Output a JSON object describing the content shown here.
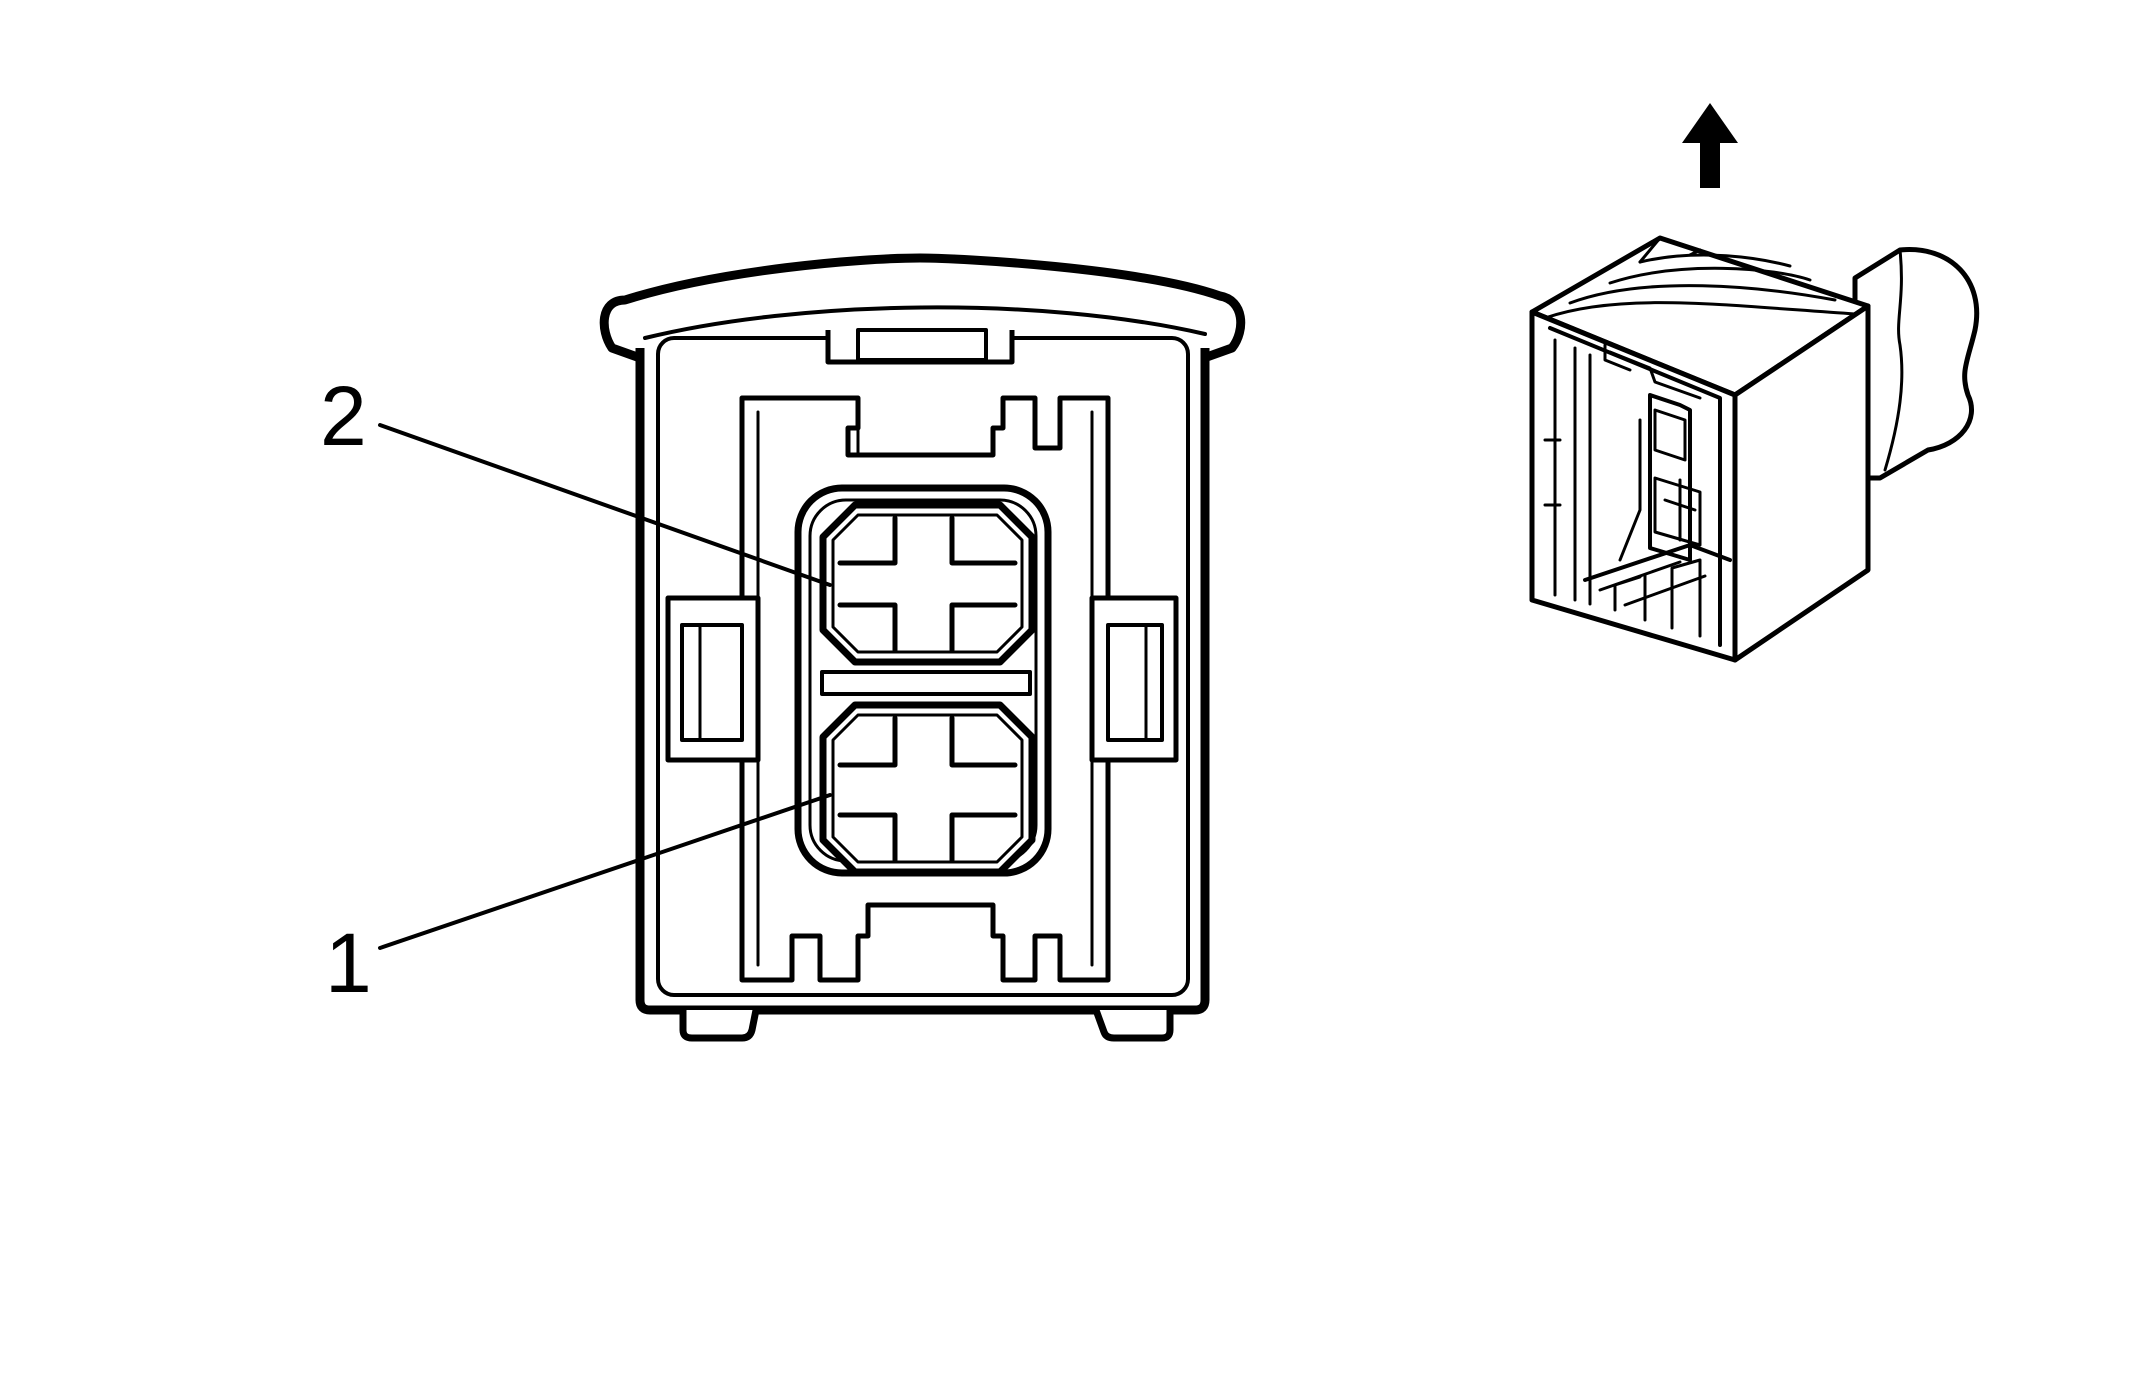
{
  "callouts": [
    {
      "label": "2",
      "target": "upper-terminal-cavity"
    },
    {
      "label": "1",
      "target": "lower-terminal-cavity"
    }
  ],
  "colors": {
    "line": "#000000",
    "background": "#ffffff"
  },
  "icons": {
    "direction": "up-arrow-icon"
  }
}
